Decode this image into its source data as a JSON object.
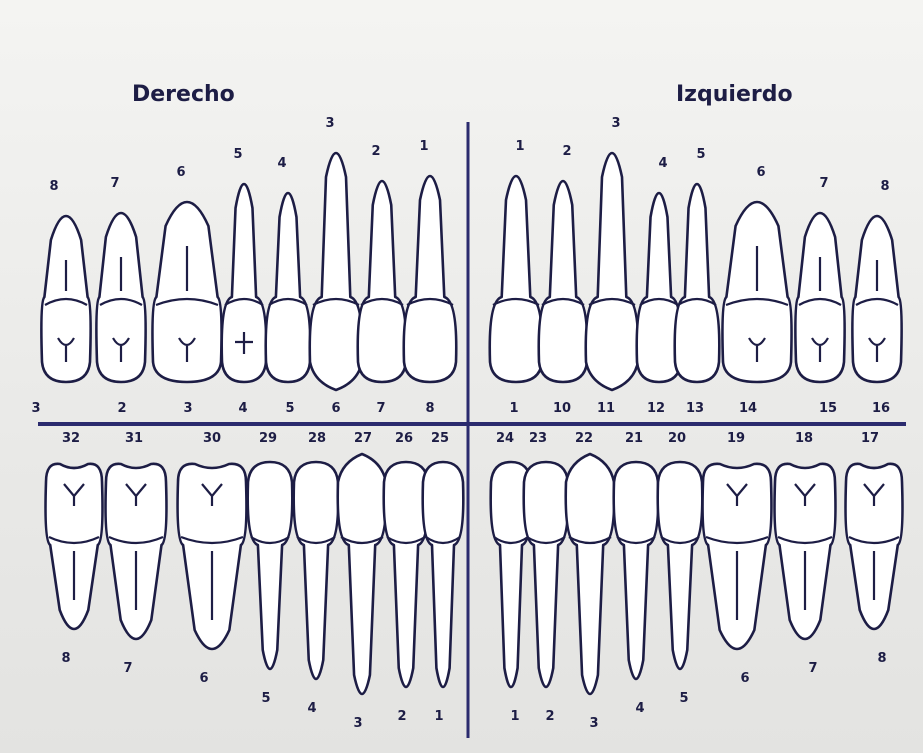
{
  "labels": {
    "right": "Derecho",
    "left": "Izquierdo"
  },
  "colors": {
    "ink": "#1d1d45",
    "axis": "#2b2b6e",
    "paper": "#f2f2f0",
    "tooth": "#ffffff"
  },
  "upper_right": [
    {
      "type": "molar3",
      "apex": "8",
      "num": "3"
    },
    {
      "type": "molar2",
      "apex": "7",
      "num": "2"
    },
    {
      "type": "molar1",
      "apex": "6",
      "num": "3"
    },
    {
      "type": "premolar",
      "apex": "5",
      "num": "4"
    },
    {
      "type": "premolar",
      "apex": "4",
      "num": "5"
    },
    {
      "type": "canine",
      "apex": "3",
      "num": "6"
    },
    {
      "type": "lateral",
      "apex": "2",
      "num": "7"
    },
    {
      "type": "central",
      "apex": "1",
      "num": "8"
    }
  ],
  "upper_left": [
    {
      "type": "central",
      "apex": "1",
      "num": "1"
    },
    {
      "type": "lateral",
      "apex": "2",
      "num": "10"
    },
    {
      "type": "canine",
      "apex": "3",
      "num": "11"
    },
    {
      "type": "premolar",
      "apex": "4",
      "num": "12"
    },
    {
      "type": "premolar",
      "apex": "5",
      "num": "13"
    },
    {
      "type": "molar1",
      "apex": "6",
      "num": "14"
    },
    {
      "type": "molar2",
      "apex": "7",
      "num": "15"
    },
    {
      "type": "molar3",
      "apex": "8",
      "num": "16"
    }
  ],
  "lower_right": [
    {
      "type": "molar",
      "num": "32",
      "apex": "8"
    },
    {
      "type": "molar",
      "num": "31",
      "apex": "7"
    },
    {
      "type": "molar",
      "num": "30",
      "apex": "6"
    },
    {
      "type": "premolar",
      "num": "29",
      "apex": "5"
    },
    {
      "type": "premolar",
      "num": "28",
      "apex": "4"
    },
    {
      "type": "canine",
      "num": "27",
      "apex": "3"
    },
    {
      "type": "incisor",
      "num": "26",
      "apex": "2"
    },
    {
      "type": "incisor",
      "num": "25",
      "apex": "1"
    }
  ],
  "lower_left": [
    {
      "type": "incisor",
      "num": "24",
      "apex": "1"
    },
    {
      "type": "incisor",
      "num": "23",
      "apex": "2"
    },
    {
      "type": "canine",
      "num": "22",
      "apex": "3"
    },
    {
      "type": "premolar",
      "num": "21",
      "apex": "4"
    },
    {
      "type": "premolar",
      "num": "20",
      "apex": "5"
    },
    {
      "type": "molar",
      "num": "19",
      "apex": "6"
    },
    {
      "type": "molar",
      "num": "18",
      "apex": "7"
    },
    {
      "type": "molar",
      "num": "17",
      "apex": "8"
    }
  ]
}
